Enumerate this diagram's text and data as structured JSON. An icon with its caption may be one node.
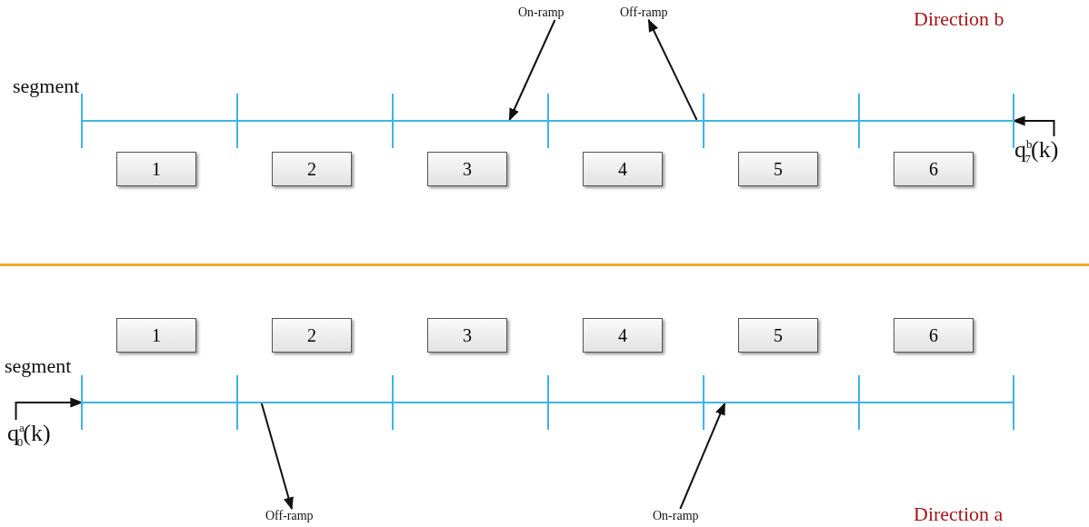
{
  "diagram": {
    "nodes": [
      {
        "text": [
          "On-ramp"
        ]
      },
      {
        "text": [
          "Off-ramp"
        ]
      },
      {
        "text": [],
        "shape": "bar"
      },
      {
        "text": [
          "q$^{b}$$_{7}$(k)"
        ]
      },
      {
        "text": [
          "1"
        ]
      },
      {
        "text": [
          "2"
        ]
      },
      {
        "text": [
          "3"
        ]
      },
      {
        "text": [
          "4"
        ]
      },
      {
        "text": [
          "5"
        ]
      },
      {
        "text": [
          "6"
        ]
      },
      {
        "text": [
          "1"
        ]
      },
      {
        "text": [
          "2"
        ]
      },
      {
        "text": [
          "3"
        ]
      },
      {
        "text": [
          "4"
        ]
      },
      {
        "text": [
          "5"
        ]
      },
      {
        "text": [
          "6"
        ]
      },
      {
        "text": [],
        "shape": "bar"
      },
      {
        "text": [
          "q$^{a}$$_{0}$(k)"
        ]
      },
      {
        "text": [
          "Off-ramp"
        ]
      },
      {
        "text": [
          "On-ramp"
        ]
      }
    ],
    "edges": [
      {
        "from": 0,
        "to": 2,
        "arrow": "to"
      },
      {
        "from": 2,
        "to": 1,
        "arrow": "to"
      },
      {
        "from": 3,
        "to": 2,
        "arrow": "to"
      },
      {
        "from": 17,
        "to": 16,
        "arrow": "to"
      },
      {
        "from": 16,
        "to": 18,
        "arrow": "to"
      },
      {
        "from": 19,
        "to": 16,
        "arrow": "to"
      }
    ],
    "labels": [
      "Direction b",
      "segment",
      "segment",
      "Direction a"
    ]
  }
}
